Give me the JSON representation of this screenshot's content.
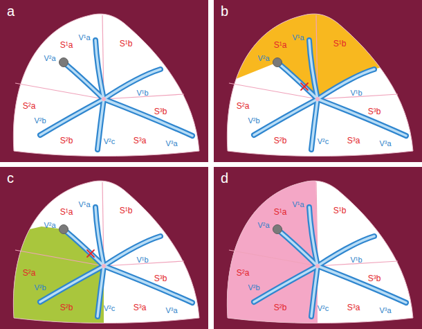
{
  "diagram": {
    "nodes": [
      {
        "text": [
          "a"
        ]
      },
      {
        "text": [
          "V¹a",
          "S¹a",
          "S¹b",
          "V²a",
          "V¹b",
          "S²a",
          "S³b",
          "V²b",
          "S²b",
          "V²c",
          "V³a",
          "S³a"
        ],
        "in": 0
      },
      {
        "text": [
          "b"
        ]
      },
      {
        "text": [
          "V¹a",
          "S¹a",
          "S¹b",
          "V²a",
          "V¹b",
          "S²a",
          "S³b",
          "V²b",
          "S²b",
          "V²c",
          "V³a",
          "S³a"
        ],
        "in": 2
      },
      {
        "text": [
          "c"
        ]
      },
      {
        "text": [
          "V¹a",
          "S¹a",
          "S¹b",
          "V²a",
          "V¹b",
          "S²a",
          "S³b",
          "V²b",
          "S²b",
          "V²c",
          "V³a",
          "S³a"
        ],
        "in": 4
      },
      {
        "text": [
          "d"
        ]
      },
      {
        "text": [
          "V¹a",
          "S¹a",
          "S¹b",
          "V²a",
          "V¹b",
          "S²a",
          "S³b",
          "V²b",
          "S²b",
          "V²c",
          "V³a",
          "S³a"
        ],
        "in": 6
      }
    ]
  }
}
